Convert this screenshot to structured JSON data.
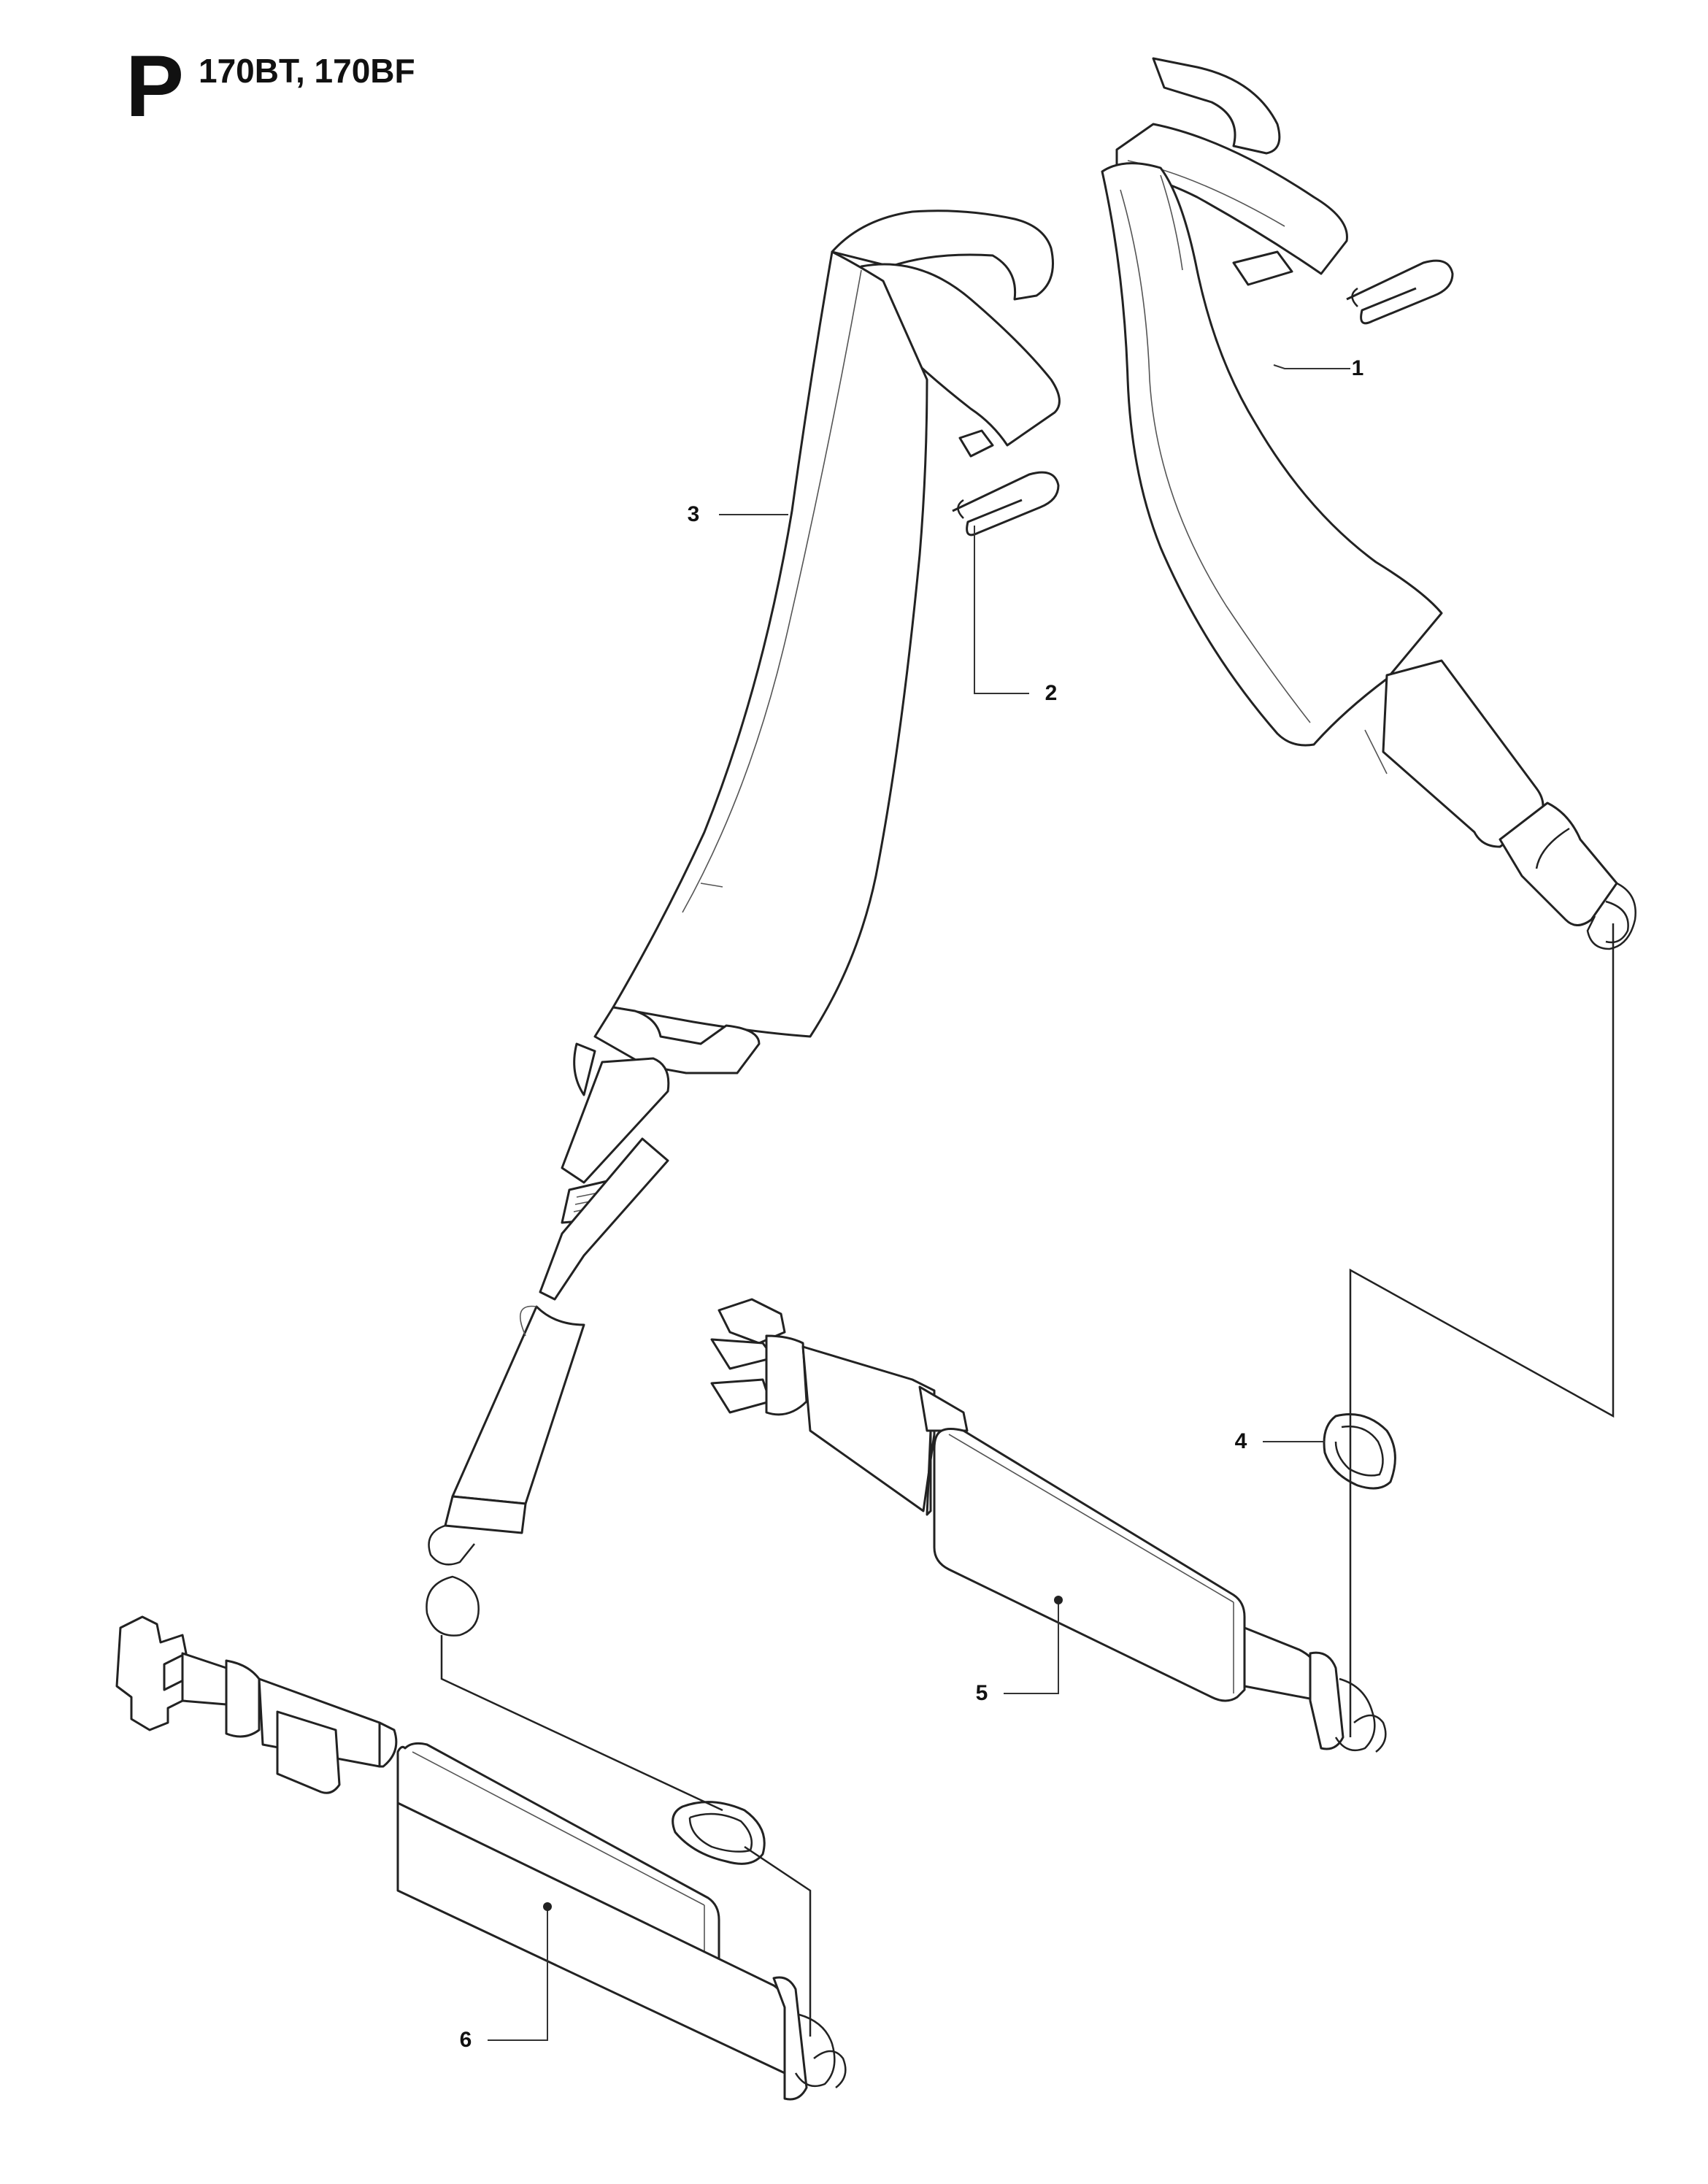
{
  "header": {
    "section_letter": "P",
    "models": "170BT, 170BF"
  },
  "callouts": [
    {
      "id": "1",
      "label": "1"
    },
    {
      "id": "2",
      "label": "2"
    },
    {
      "id": "3",
      "label": "3"
    },
    {
      "id": "4",
      "label": "4"
    },
    {
      "id": "5",
      "label": "5"
    },
    {
      "id": "6",
      "label": "6"
    }
  ],
  "colors": {
    "line": "#222222",
    "background": "#ffffff"
  }
}
